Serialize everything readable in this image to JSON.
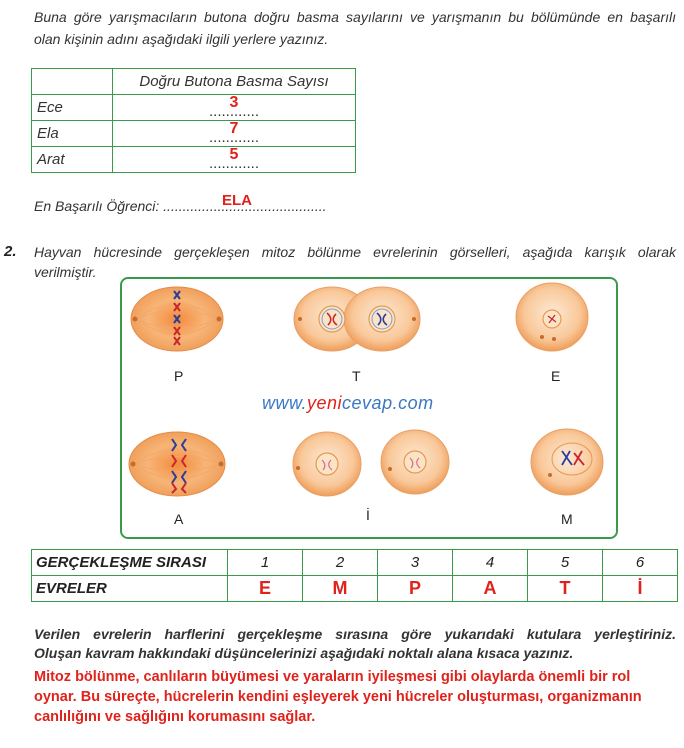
{
  "intro": {
    "line1": "Buna göre yarışmacıların butona doğru basma sayılarını ve yarışmanın bu bölümünde en başarılı",
    "line2": "olan kişinin adını aşağıdaki ilgili yerlere yazınız."
  },
  "score_table": {
    "header": "Doğru Butona Basma Sayısı",
    "dots": "............",
    "rows": [
      {
        "name": "Ece",
        "answer": "3"
      },
      {
        "name": "Ela",
        "answer": "7"
      },
      {
        "name": "Arat",
        "answer": "5"
      }
    ]
  },
  "best_student": {
    "label": "En Başarılı Öğrenci: ..........................................",
    "answer": "ELA"
  },
  "question2": {
    "number": "2.",
    "line1": "Hayvan hücresinde gerçekleşen mitoz bölünme evrelerinin görselleri, aşağıda karışık olarak",
    "line2": "verilmiştir."
  },
  "figure": {
    "letters": [
      "P",
      "T",
      "E",
      "A",
      "İ",
      "M"
    ],
    "watermark": {
      "prefix": "www.",
      "mid": "yeni",
      "rest": "cevap.com"
    }
  },
  "order_table": {
    "row1_label": "GERÇEKLEŞME SIRASI",
    "numbers": [
      "1",
      "2",
      "3",
      "4",
      "5",
      "6"
    ],
    "row2_label": "EVRELER",
    "answers": [
      "E",
      "M",
      "P",
      "A",
      "T",
      "İ"
    ]
  },
  "instructions": {
    "line1": "Verilen evrelerin harflerini gerçekleşme sırasına göre yukarıdaki kutulara yerleştiriniz.",
    "line2": "Oluşan kavram hakkındaki düşüncelerinizi aşağıdaki noktalı alana kısaca yazınız."
  },
  "answer_text": "Mitoz bölünme, canlıların büyümesi ve yaraların iyileşmesi gibi olaylarda önemli bir rol oynar. Bu süreçte, hücrelerin kendini eşleyerek yeni hücreler oluşturması, organizmanın canlılığını ve sağlığını korumasını sağlar.",
  "colors": {
    "border_green": "#3a9a4c",
    "answer_red": "#e0221b",
    "cell_orange": "#f6a45c"
  }
}
